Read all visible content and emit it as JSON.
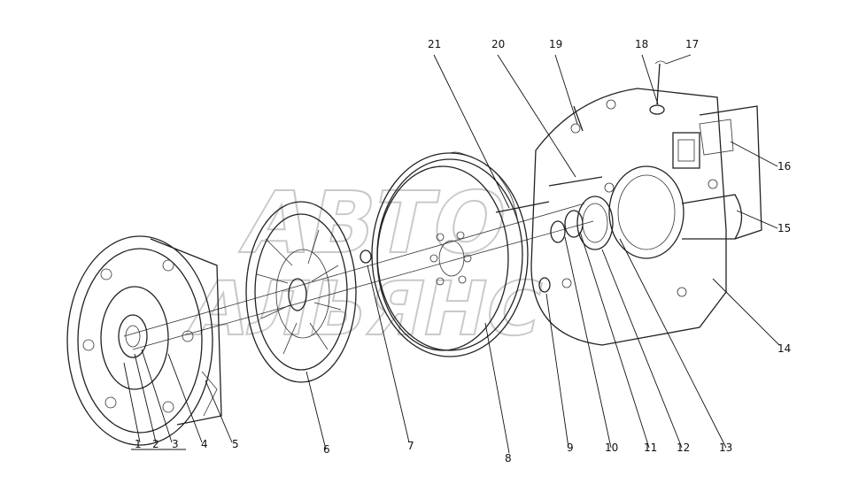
{
  "watermark": {
    "line1": "АВТО",
    "line2": "АЛЬЯНС"
  },
  "callouts": [
    {
      "id": "1",
      "text": "1"
    },
    {
      "id": "2",
      "text": "2"
    },
    {
      "id": "3",
      "text": "3"
    },
    {
      "id": "4",
      "text": "4"
    },
    {
      "id": "5",
      "text": "5"
    },
    {
      "id": "6",
      "text": "6"
    },
    {
      "id": "7",
      "text": "7"
    },
    {
      "id": "8",
      "text": "8"
    },
    {
      "id": "9",
      "text": "9"
    },
    {
      "id": "10",
      "text": "10"
    },
    {
      "id": "11",
      "text": "11"
    },
    {
      "id": "12",
      "text": "12"
    },
    {
      "id": "13",
      "text": "13"
    },
    {
      "id": "14",
      "text": "14"
    },
    {
      "id": "15",
      "text": "15"
    },
    {
      "id": "16",
      "text": "16"
    },
    {
      "id": "17",
      "text": "17"
    },
    {
      "id": "18",
      "text": "18"
    },
    {
      "id": "19",
      "text": "19"
    },
    {
      "id": "20",
      "text": "20"
    },
    {
      "id": "21",
      "text": "21"
    }
  ],
  "colors": {
    "line": "#222222",
    "watermark": "#c9c9c9",
    "background": "#ffffff"
  }
}
